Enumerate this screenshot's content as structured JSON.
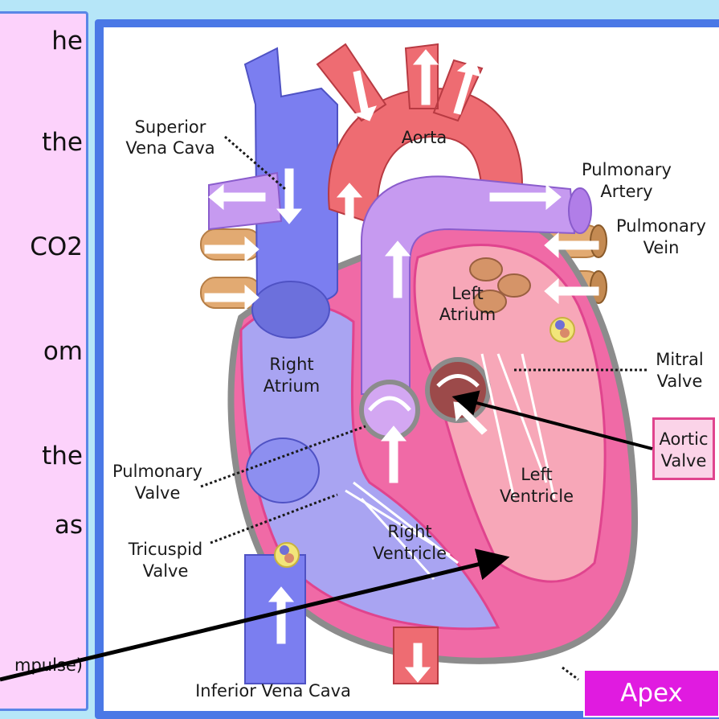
{
  "left_panel": {
    "fragments": [
      "he",
      "the",
      "CO2",
      "om",
      "the",
      "as",
      "mpulse)"
    ]
  },
  "diagram": {
    "labels": {
      "superior_vena_cava": [
        "Superior",
        "Vena Cava"
      ],
      "aorta": "Aorta",
      "pulmonary_artery": [
        "Pulmonary",
        "Artery"
      ],
      "pulmonary_vein": [
        "Pulmonary",
        "Vein"
      ],
      "left_atrium": [
        "Left",
        "Atrium"
      ],
      "right_atrium": [
        "Right",
        "Atrium"
      ],
      "mitral_valve": [
        "Mitral",
        "Valve"
      ],
      "aortic_valve": [
        "Aortic",
        "Valve"
      ],
      "pulmonary_valve": [
        "Pulmonary",
        "Valve"
      ],
      "left_ventricle": [
        "Left",
        "Ventricle"
      ],
      "tricuspid_valve": [
        "Tricuspid",
        "Valve"
      ],
      "right_ventricle": [
        "Right",
        "Ventricle"
      ],
      "inferior_vena_cava": "Inferior Vena Cava",
      "apex": "Apex"
    },
    "colors": {
      "vena_cava": "#7b7ef0",
      "aorta": "#ee6c72",
      "pulmonary_artery": "#c69af0",
      "pulmonary_vein": "#e2aa72",
      "left_heart": "#f7a7b8",
      "right_heart": "#a9a4f2",
      "myocardium": "#f06aa6",
      "wall_outline": "#8c8c8c",
      "highlight_pink": "#e01be0",
      "frame_blue": "#4a78e6"
    }
  }
}
